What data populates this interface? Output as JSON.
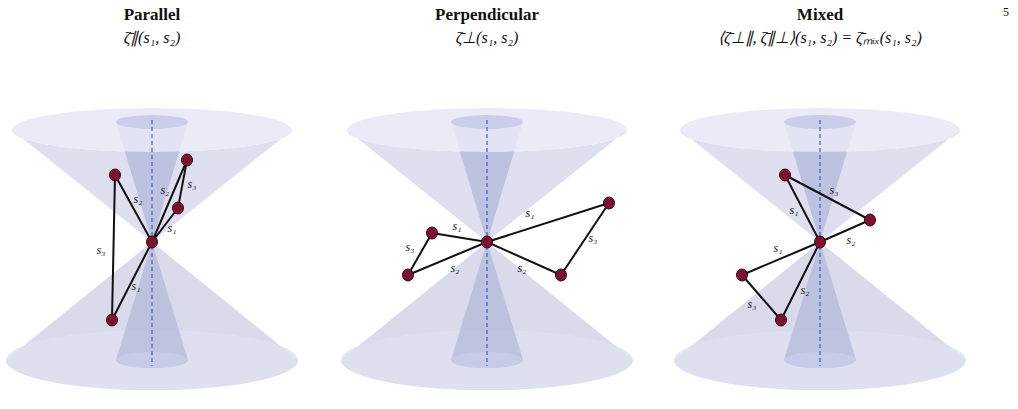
{
  "diagram": {
    "labels": [
      "5",
      "Parallel",
      "ζ̄∥(s₁, s₂)",
      "Perpendicular",
      "ζ̄⊥(s₁, s₂)",
      "Mixed",
      "⟨ζ̄⊥∥, ζ̄∥⊥⟩(s₁, s₂) = ζ̄ₘᵢₓ(s₁, s₂)",
      "s₂",
      "s₂",
      "s₃",
      "s₁",
      "s₃",
      "s₁",
      "s₁",
      "s₁",
      "s₃",
      "s₃",
      "s₂",
      "s₂",
      "s₁",
      "s₃",
      "s₂",
      "s₁",
      "s₂",
      "s₃"
    ]
  }
}
